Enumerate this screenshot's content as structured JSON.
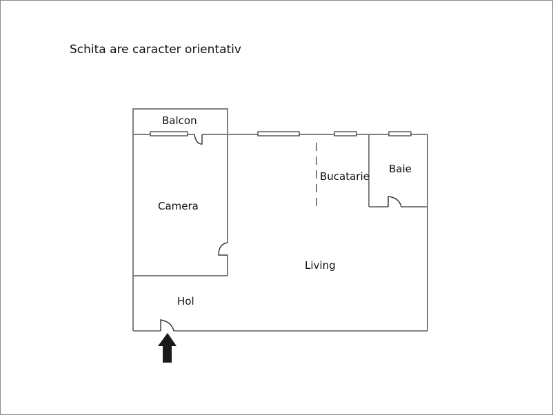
{
  "title": "Schita are caracter orientativ",
  "rooms": [
    {
      "id": "balcon",
      "label": "Balcon"
    },
    {
      "id": "camera",
      "label": "Camera"
    },
    {
      "id": "bucatarie",
      "label": "Bucatarie"
    },
    {
      "id": "baie",
      "label": "Baie"
    },
    {
      "id": "living",
      "label": "Living"
    },
    {
      "id": "hol",
      "label": "Hol"
    }
  ],
  "entrance": {
    "icon": "arrow-up-icon"
  },
  "colors": {
    "wall": "#808080",
    "text": "#111111",
    "arrow": "#1a1a1a",
    "border": "#8a8a8a"
  }
}
